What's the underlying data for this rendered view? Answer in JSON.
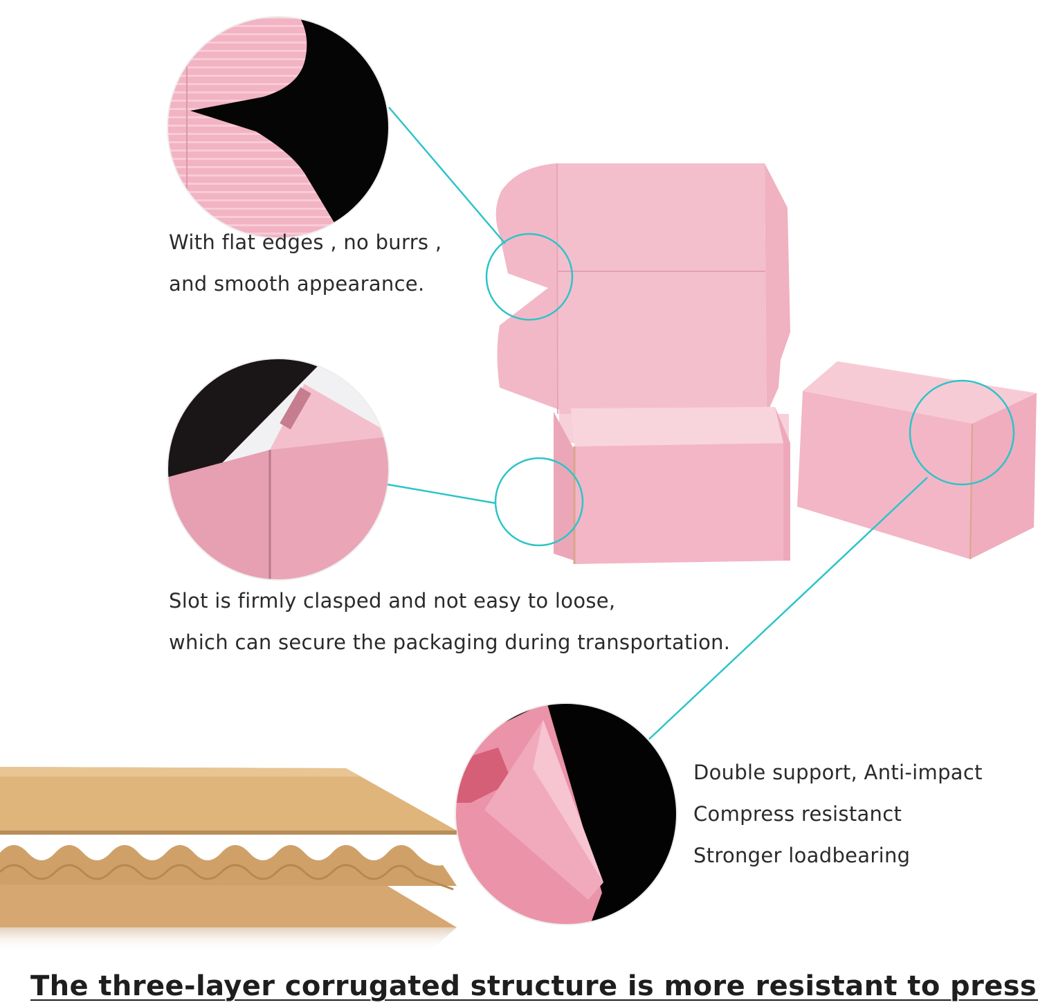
{
  "accent_color": "#2cc4c8",
  "box_color": "#f3b6c6",
  "kraft_color": "#d4aa73",
  "callouts": [
    {
      "lines": [
        "With flat edges , no burrs ,",
        "and smooth appearance."
      ]
    },
    {
      "lines": [
        "Slot is firmly clasped and not easy to loose,",
        "which can secure the packaging during transportation."
      ]
    },
    {
      "lines": [
        "Double support, Anti-impact",
        "Compress resistanct",
        "Stronger loadbearing"
      ]
    }
  ],
  "footer": {
    "title": "The three-layer corrugated structure is more resistant to pressure"
  }
}
